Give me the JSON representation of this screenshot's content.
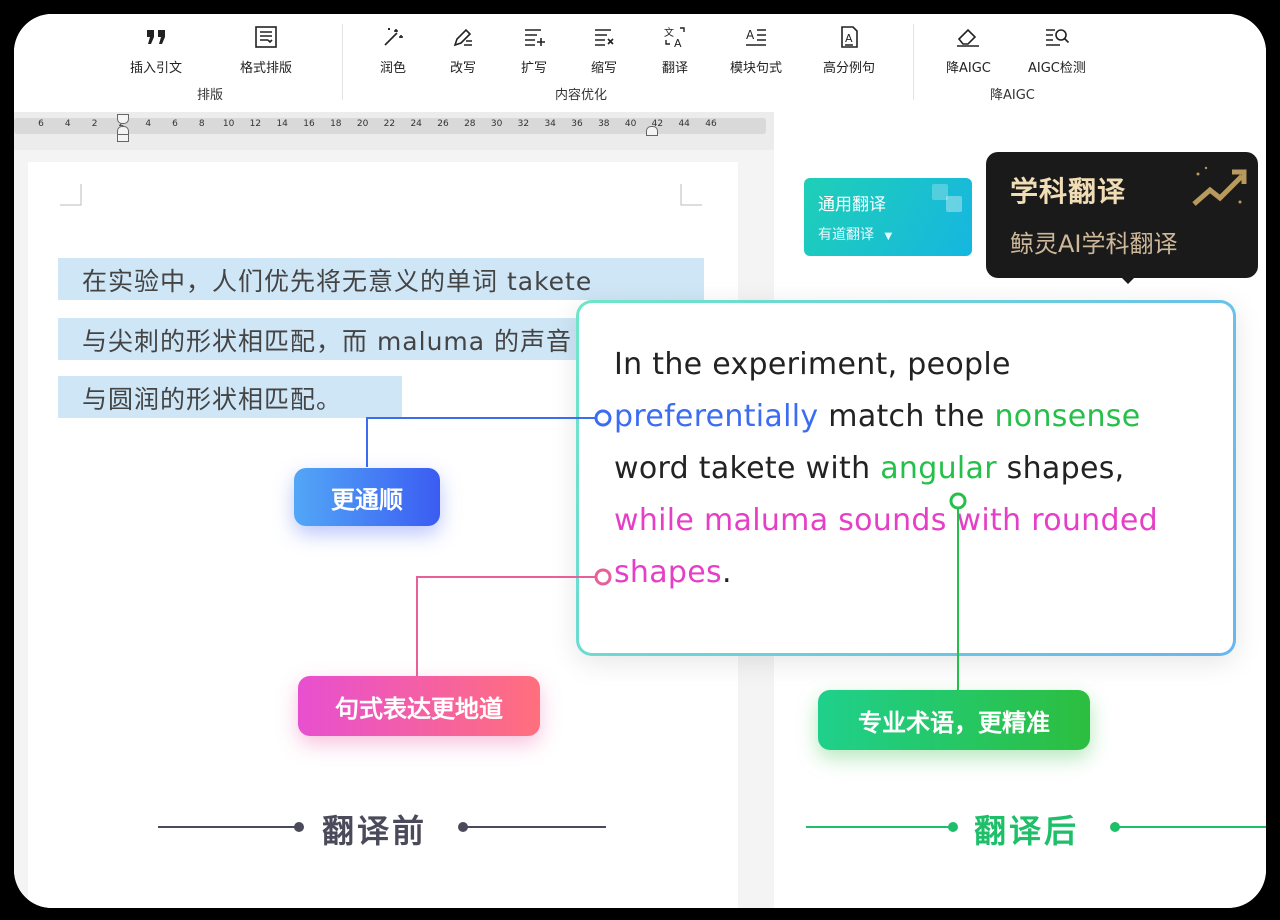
{
  "toolbar": {
    "groups": [
      {
        "label": "排版"
      },
      {
        "label": "内容优化"
      },
      {
        "label": "降AIGC"
      }
    ],
    "items": [
      {
        "label": "插入引文",
        "icon": "quote-icon"
      },
      {
        "label": "格式排版",
        "icon": "format-layout-icon"
      },
      {
        "label": "润色",
        "icon": "magic-wand-icon"
      },
      {
        "label": "改写",
        "icon": "rewrite-pen-icon"
      },
      {
        "label": "扩写",
        "icon": "expand-lines-icon"
      },
      {
        "label": "缩写",
        "icon": "shrink-lines-icon"
      },
      {
        "label": "翻译",
        "icon": "translate-icon"
      },
      {
        "label": "模块句式",
        "icon": "module-sentence-icon"
      },
      {
        "label": "高分例句",
        "icon": "example-sentence-icon"
      },
      {
        "label": "降AIGC",
        "icon": "eraser-icon"
      },
      {
        "label": "AIGC检测",
        "icon": "detect-search-icon"
      }
    ]
  },
  "ruler": {
    "ticks": [
      "6",
      "4",
      "2",
      "2",
      "4",
      "6",
      "8",
      "10",
      "12",
      "14",
      "16",
      "18",
      "20",
      "22",
      "24",
      "26",
      "28",
      "30",
      "32",
      "34",
      "36",
      "38",
      "40",
      "42",
      "44",
      "46"
    ]
  },
  "document": {
    "lines": [
      "在实验中，人们优先将无意义的单词 takete",
      "与尖刺的形状相匹配，而 maluma 的声音",
      "与圆润的形状相匹配。"
    ]
  },
  "translate_panel": {
    "card_title": "通用翻译",
    "card_engine": "有道翻译",
    "tooltip_title": "学科翻译",
    "tooltip_subtitle": "鲸灵AI学科翻译",
    "result": {
      "l1": "In the experiment, people",
      "l2_a": "preferentially",
      "l2_b": " match the ",
      "l2_c": "nonsense",
      "l3_a": "word takete with ",
      "l3_b": "angular",
      "l3_c": " shapes,",
      "l4": "while maluma sounds with rounded",
      "l5_a": "shapes",
      "l5_b": "."
    }
  },
  "callouts": {
    "smoother": "更通顺",
    "idiomatic": "句式表达更地道",
    "precise": "专业术语，更精准"
  },
  "footer": {
    "before": "翻译前",
    "after": "翻译后"
  },
  "colors": {
    "blue": "#3b6cf2",
    "green": "#25c04a",
    "pink": "#e53fc7",
    "highlight": "#cfe6f7"
  }
}
